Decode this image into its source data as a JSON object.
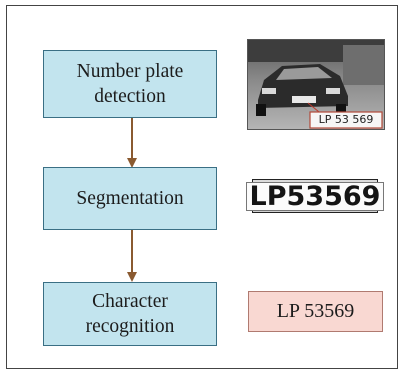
{
  "steps": [
    {
      "line1": "Number plate",
      "line2": "detection"
    },
    {
      "line1": "Segmentation",
      "line2": ""
    },
    {
      "line1": "Character",
      "line2": "recognition"
    }
  ],
  "photo_plate_text": "LP 53 569",
  "segmented_plate_text": "LP53569",
  "recognized_text": "LP 53569",
  "colors": {
    "step_fill": "#c2e4ee",
    "step_border": "#3a6f84",
    "arrow": "#8a5a30",
    "result_fill": "#f9d8d2"
  }
}
